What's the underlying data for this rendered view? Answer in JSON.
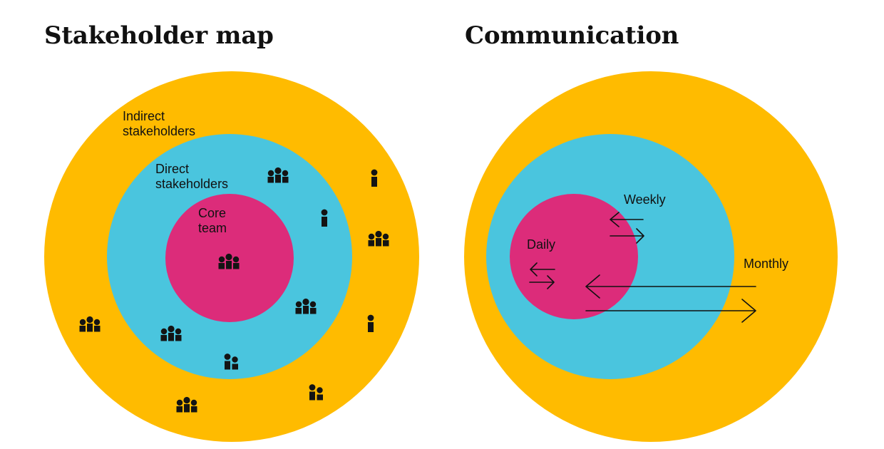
{
  "colors": {
    "outer_ring": "#FFBB00",
    "middle_ring": "#4AC5DE",
    "inner_circle": "#DC2C7A",
    "ink": "#141414"
  },
  "stakeholder_map": {
    "title": "Stakeholder map",
    "rings": {
      "outer_label": [
        "Indirect",
        "stakeholders"
      ],
      "middle_label": [
        "Direct",
        "stakeholders"
      ],
      "inner_label": [
        "Core",
        "team"
      ]
    },
    "icons": [
      {
        "type": "group-icon",
        "ring": "inner"
      },
      {
        "type": "group-icon",
        "ring": "middle"
      },
      {
        "type": "person-icon",
        "ring": "middle"
      },
      {
        "type": "group-icon",
        "ring": "middle"
      },
      {
        "type": "group-icon",
        "ring": "middle"
      },
      {
        "type": "pair-icon",
        "ring": "middle"
      },
      {
        "type": "person-icon",
        "ring": "outer"
      },
      {
        "type": "group-icon",
        "ring": "outer"
      },
      {
        "type": "person-icon",
        "ring": "outer"
      },
      {
        "type": "group-icon",
        "ring": "outer"
      },
      {
        "type": "group-icon",
        "ring": "outer"
      },
      {
        "type": "pair-icon",
        "ring": "outer"
      }
    ]
  },
  "communication": {
    "title": "Communication",
    "frequencies": [
      {
        "label": "Daily",
        "ring": "inner"
      },
      {
        "label": "Weekly",
        "ring": "middle"
      },
      {
        "label": "Monthly",
        "ring": "outer"
      }
    ]
  }
}
